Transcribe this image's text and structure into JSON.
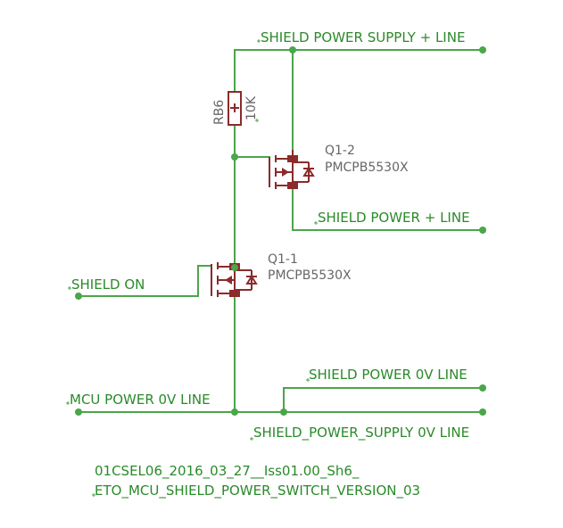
{
  "nets": {
    "supply_plus": "SHIELD POWER SUPPLY + LINE",
    "power_plus": "SHIELD POWER + LINE",
    "shield_on": "SHIELD ON",
    "power_0v": "SHIELD POWER 0V LINE",
    "mcu_0v": "MCU POWER 0V LINE",
    "supply_0v": "SHIELD_POWER_SUPPLY 0V LINE"
  },
  "components": {
    "resistor": {
      "ref": "RB6",
      "value": "10K"
    },
    "q1_2": {
      "ref": "Q1-2",
      "part": "PMCPB5530X"
    },
    "q1_1": {
      "ref": "Q1-1",
      "part": "PMCPB5530X"
    }
  },
  "footer": {
    "line1": "01CSEL06_2016_03_27__Iss01.00_Sh6_",
    "line2": "ETO_MCU_SHIELD_POWER_SWITCH_VERSION_03"
  },
  "colors": {
    "wire": "#4aa64a",
    "component": "#8b2b2b",
    "label": "#2a8a2a",
    "reference": "#666666"
  }
}
